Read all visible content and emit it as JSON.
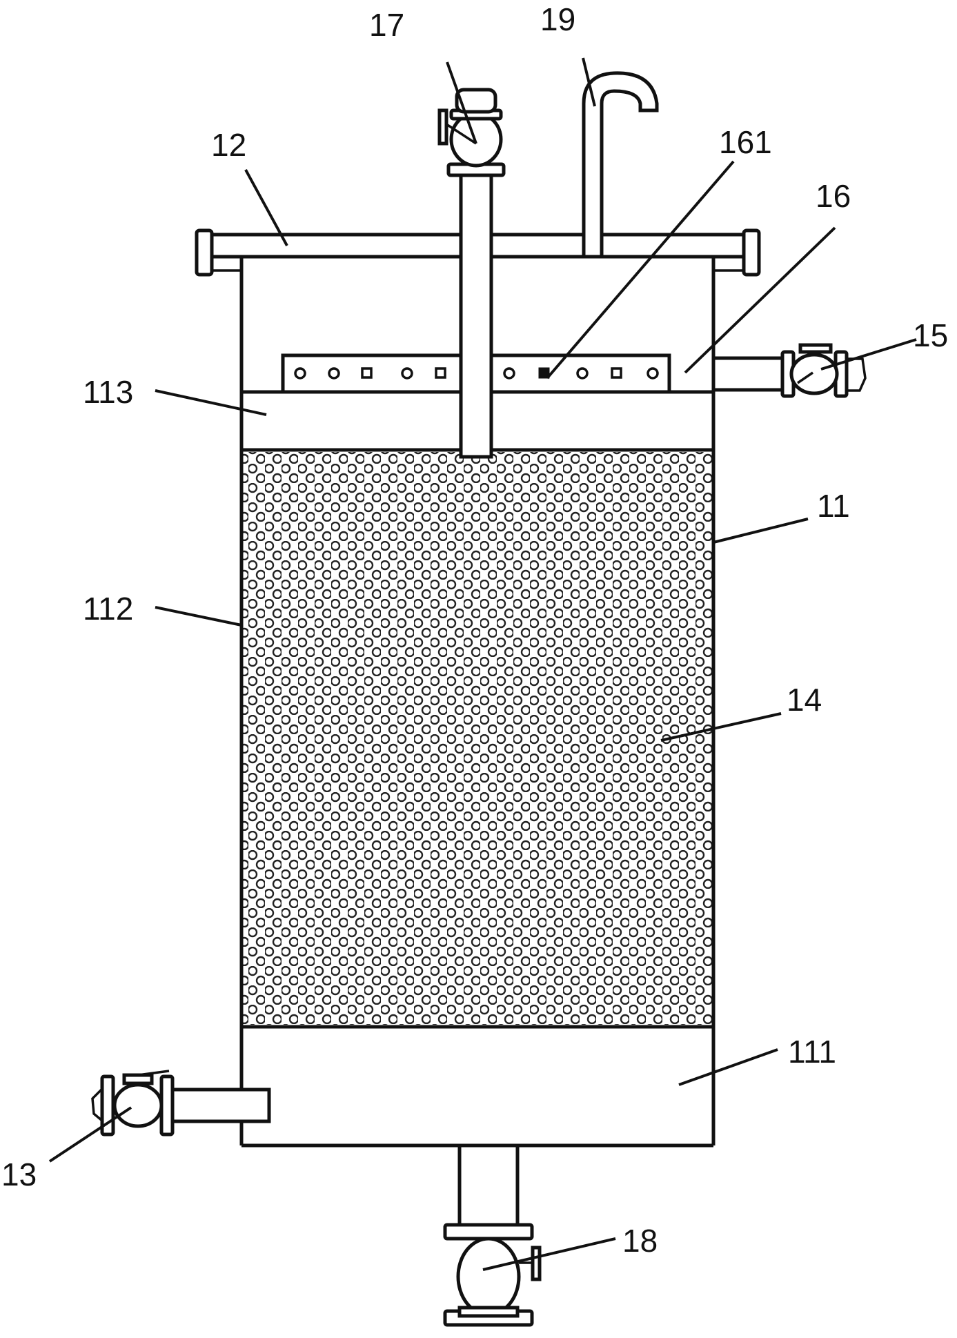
{
  "labels": {
    "l11": "11",
    "l12": "12",
    "l13": "13",
    "l14": "14",
    "l15": "15",
    "l16": "16",
    "l17": "17",
    "l18": "18",
    "l19": "19",
    "l111": "111",
    "l112": "112",
    "l113": "113",
    "l161": "161"
  }
}
